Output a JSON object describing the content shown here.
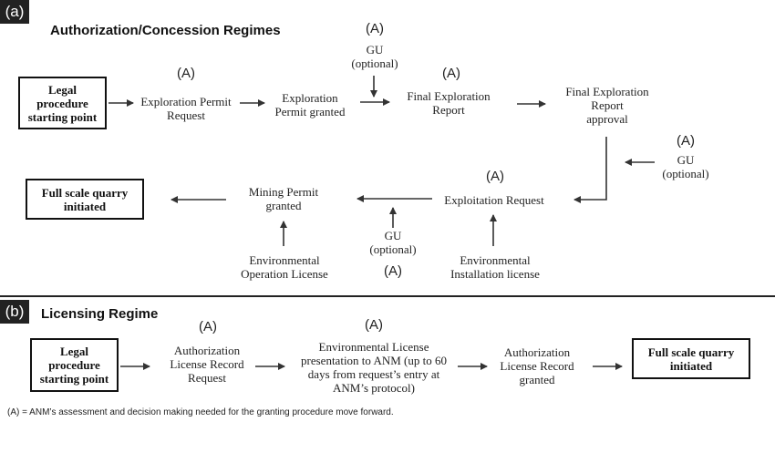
{
  "panel_a": {
    "tag": "(a)",
    "title": "Authorization/Concession Regimes",
    "start_box": "Legal\nprocedure\nstarting point",
    "exploration_permit_request": "Exploration Permit\nRequest",
    "exploration_permit_granted": "Exploration\nPermit granted",
    "gu_top": "GU\n(optional)",
    "final_exploration_report": "Final Exploration\nReport",
    "final_report_approval": "Final Exploration\nReport\napproval",
    "gu_right": "GU\n(optional)",
    "exploitation_request": "Exploitation Request",
    "environmental_installation": "Environmental\nInstallation license",
    "gu_bottom": "GU\n(optional)",
    "mining_permit_granted": "Mining Permit\ngranted",
    "environmental_operation": "Environmental\nOperation License",
    "end_box": "Full scale quarry\ninitiated",
    "a_mark": "(A)"
  },
  "panel_b": {
    "tag": "(b)",
    "title": "Licensing Regime",
    "start_box": "Legal\nprocedure\nstarting point",
    "authorization_request": "Authorization\nLicense Record\nRequest",
    "environmental_license": "Environmental License\npresentation to ANM (up to 60\ndays from request’s entry at\nANM’s protocol)",
    "authorization_granted": "Authorization\nLicense Record\ngranted",
    "end_box": "Full scale quarry\ninitiated",
    "a_mark": "(A)"
  },
  "footnote": "(A) = ANM’s assessment and decision making needed for the granting procedure move forward."
}
